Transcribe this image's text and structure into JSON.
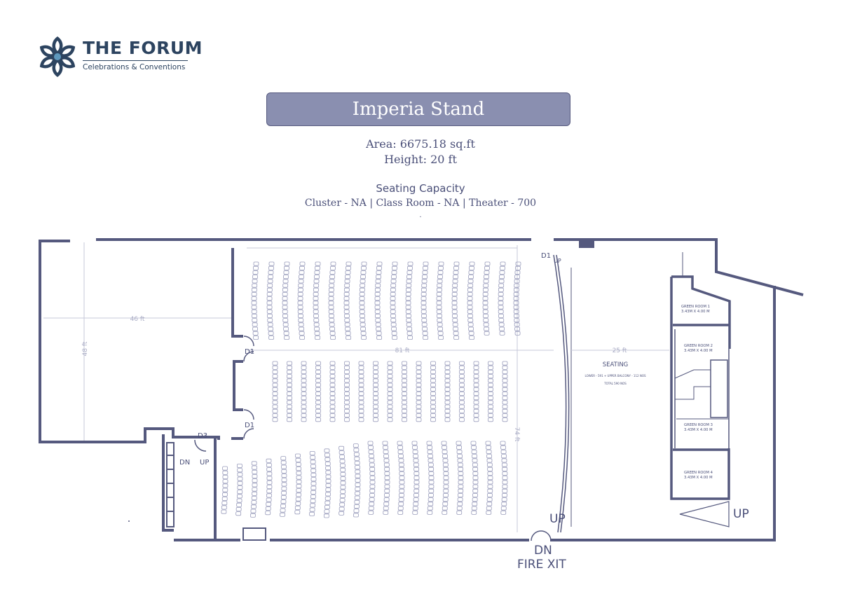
{
  "brand": {
    "name": "THE FORUM",
    "tagline": "Celebrations & Conventions",
    "colors": {
      "petal": "#2d4460",
      "accent": "#5e98bd"
    }
  },
  "venue": {
    "title": "Imperia Stand",
    "area": "Area: 6675.18 sq.ft",
    "height": "Height: 20 ft",
    "seating_heading": "Seating Capacity",
    "seating_line": "Cluster - NA | Class Room - NA | Theater - 700",
    "dot": "."
  },
  "plan": {
    "dimensions": {
      "d46": "46 ft",
      "d48": "48 ft",
      "d81": "81 ft",
      "d25": "25 ft",
      "d74": "74 ft"
    },
    "doors": {
      "d1_top": "D1",
      "d1_mid": "D1",
      "d1_low": "D1",
      "d3": "D3"
    },
    "stairs": {
      "up_top": "UP",
      "dn_left": "DN",
      "up_left": "UP",
      "up_bottom": "UP",
      "up_right": "UP",
      "dn_bottom": "DN"
    },
    "fire_exit": "FIRE XIT",
    "seating_area": {
      "label": "SEATING",
      "line1": "LOWER - 591 + UPPER BALCONY - 112 NOS",
      "line2": "TOTAL 590 NOS"
    },
    "green_rooms": [
      {
        "name": "GREEN ROOM 1",
        "size": "3.43M X 4.00 M"
      },
      {
        "name": "GREEN ROOM 2",
        "size": "3.43M X 4.00 M"
      },
      {
        "name": "GREEN ROOM 3",
        "size": "3.43M X 4.00 M"
      },
      {
        "name": "GREEN ROOM 4",
        "size": "3.43M X 4.00 M"
      }
    ],
    "colors": {
      "wall": "#55597e",
      "seat": "#9a9dbc"
    }
  }
}
